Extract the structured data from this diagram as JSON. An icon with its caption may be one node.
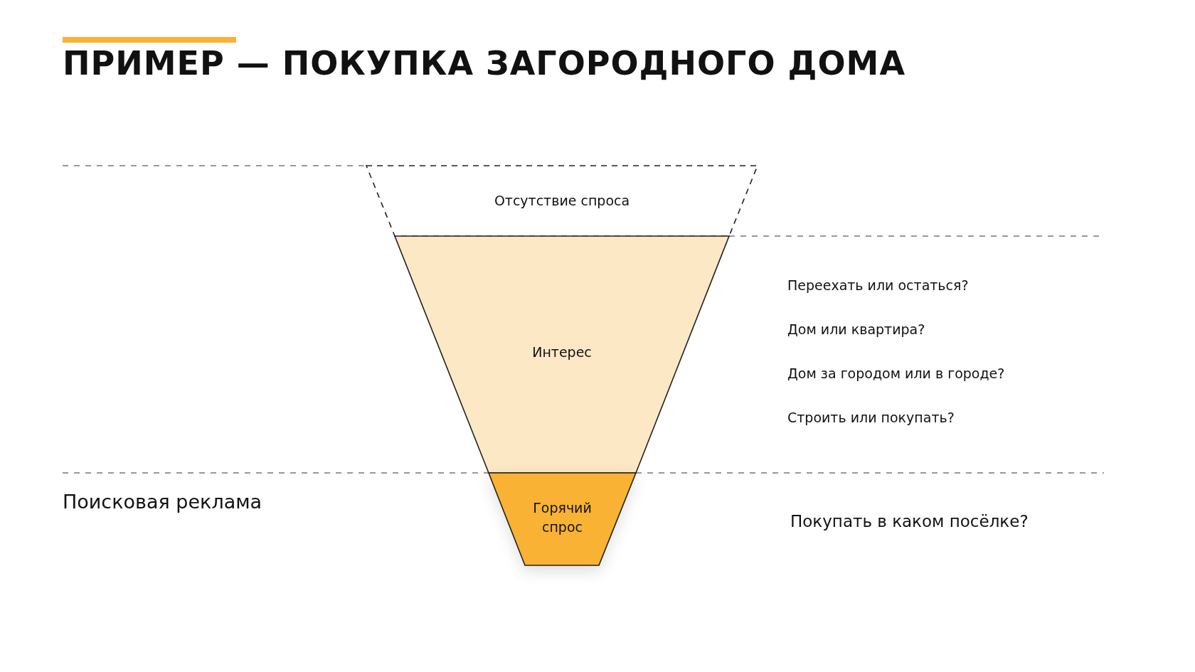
{
  "diagram": {
    "title": "ПРИМЕР — ПОКУПКА ЗАГОРОДНОГО ДОМА",
    "nodes": [
      {
        "text": [
          "Отсутствие спроса"
        ]
      },
      {
        "text": [
          "Интерес"
        ]
      },
      {
        "text": [
          "Горячий спрос"
        ]
      }
    ],
    "labels": [
      "Переехать или остаться?",
      "Дом или квартира?",
      "Дом за городом или в городе?",
      "Строить или покупать?",
      "Поисковая реклама",
      "Покупать в каком посёлке?"
    ]
  }
}
